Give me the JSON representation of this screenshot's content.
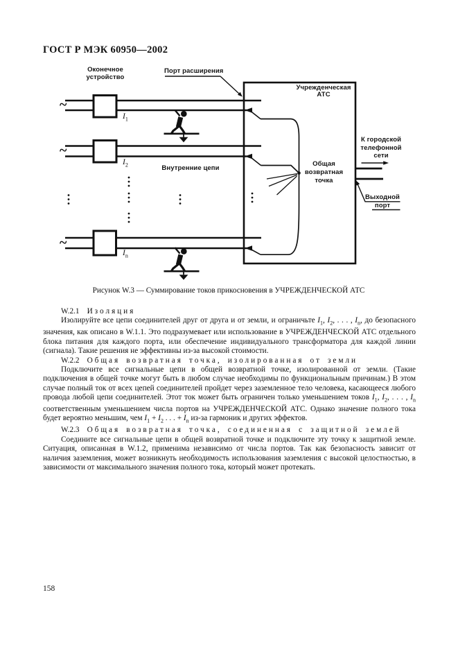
{
  "page": {
    "header": "ГОСТ Р МЭК 60950—2002",
    "page_number": "158"
  },
  "figure": {
    "caption": "Рисунок W.3 — Суммирование токов прикосновения в УЧРЕЖДЕНЧЕСКОЙ АТС",
    "labels": {
      "terminal_device": "Оконечное\nустройство",
      "expansion_port": "Порт расширения",
      "pbx": "Учрежденческая\nАТС",
      "internal_circuits": "Внутренние цепи",
      "common_return_point": "Общая\nвозвратная\nточка",
      "to_city_network": "К городской\nтелефонной\nсети",
      "output_port": "Выходной\nпорт",
      "ac_source_symbol": "~",
      "currents": [
        {
          "base": "I",
          "sub": "1"
        },
        {
          "base": "I",
          "sub": "2"
        },
        {
          "base": "I",
          "sub": "n"
        }
      ]
    }
  },
  "sections": [
    {
      "number": "W.2.1",
      "title": "Изоляция",
      "body": "Изолируйте все цепи соединителей друг от друга и от земли, и ограничьте I_1, I_2, . . . , I_n, до безопасного значения, как описано в W.1.1. Это подразумевает или использование в УЧРЕЖДЕНЧЕСКОЙ АТС отдельного блока питания для каждого порта, или обеспечение индивидуального трансформатора для каждой линии (сигнала). Такие решения не эффективны из-за высокой стоимости."
    },
    {
      "number": "W.2.2",
      "title": "Общая возвратная точка, изолированная от земли",
      "body": "Подключите все сигнальные цепи в общей возвратной точке, изолированной от земли. (Такие подключения в общей точке могут быть в любом случае необходимы по функциональным причинам.) В этом случае полный ток от всех цепей соединителей пройдет через заземленное тело человека, касающееся любого провода любой цепи соединителей. Этот ток может быть ограничен только уменьшением токов I_1, I_2, . . . , I_n соответственным уменьшением числа портов на УЧРЕЖДЕНЧЕСКОЙ АТС. Однако значение полного тока будет вероятно меньшим, чем I_1 + I_2 . . . + I_n из-за гармоник и других эффектов."
    },
    {
      "number": "W.2.3",
      "title": "Общая возвратная точка, соединенная с защитной землей",
      "body": "Соедините все сигнальные цепи в общей возвратной точке и подключите эту точку к защитной земле. Ситуация, описанная в W.1.2, применима независимо от числа портов. Так как безопасность зависит от наличия заземления, может возникнуть необходимость использования заземления с высокой целостностью, в зависимости от максимального значения полного тока, который может протекать."
    }
  ]
}
